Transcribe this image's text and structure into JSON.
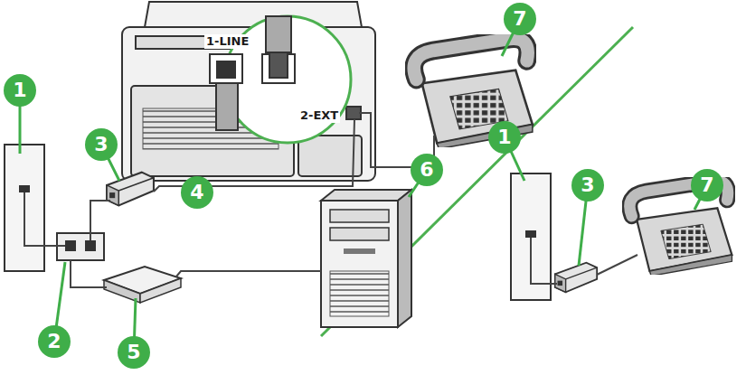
{
  "diagram": {
    "labels": [
      "1-LINE",
      "2-EXT",
      "7",
      "1",
      "3",
      "4",
      "6",
      "2",
      "5",
      "1",
      "3",
      "7"
    ]
  }
}
